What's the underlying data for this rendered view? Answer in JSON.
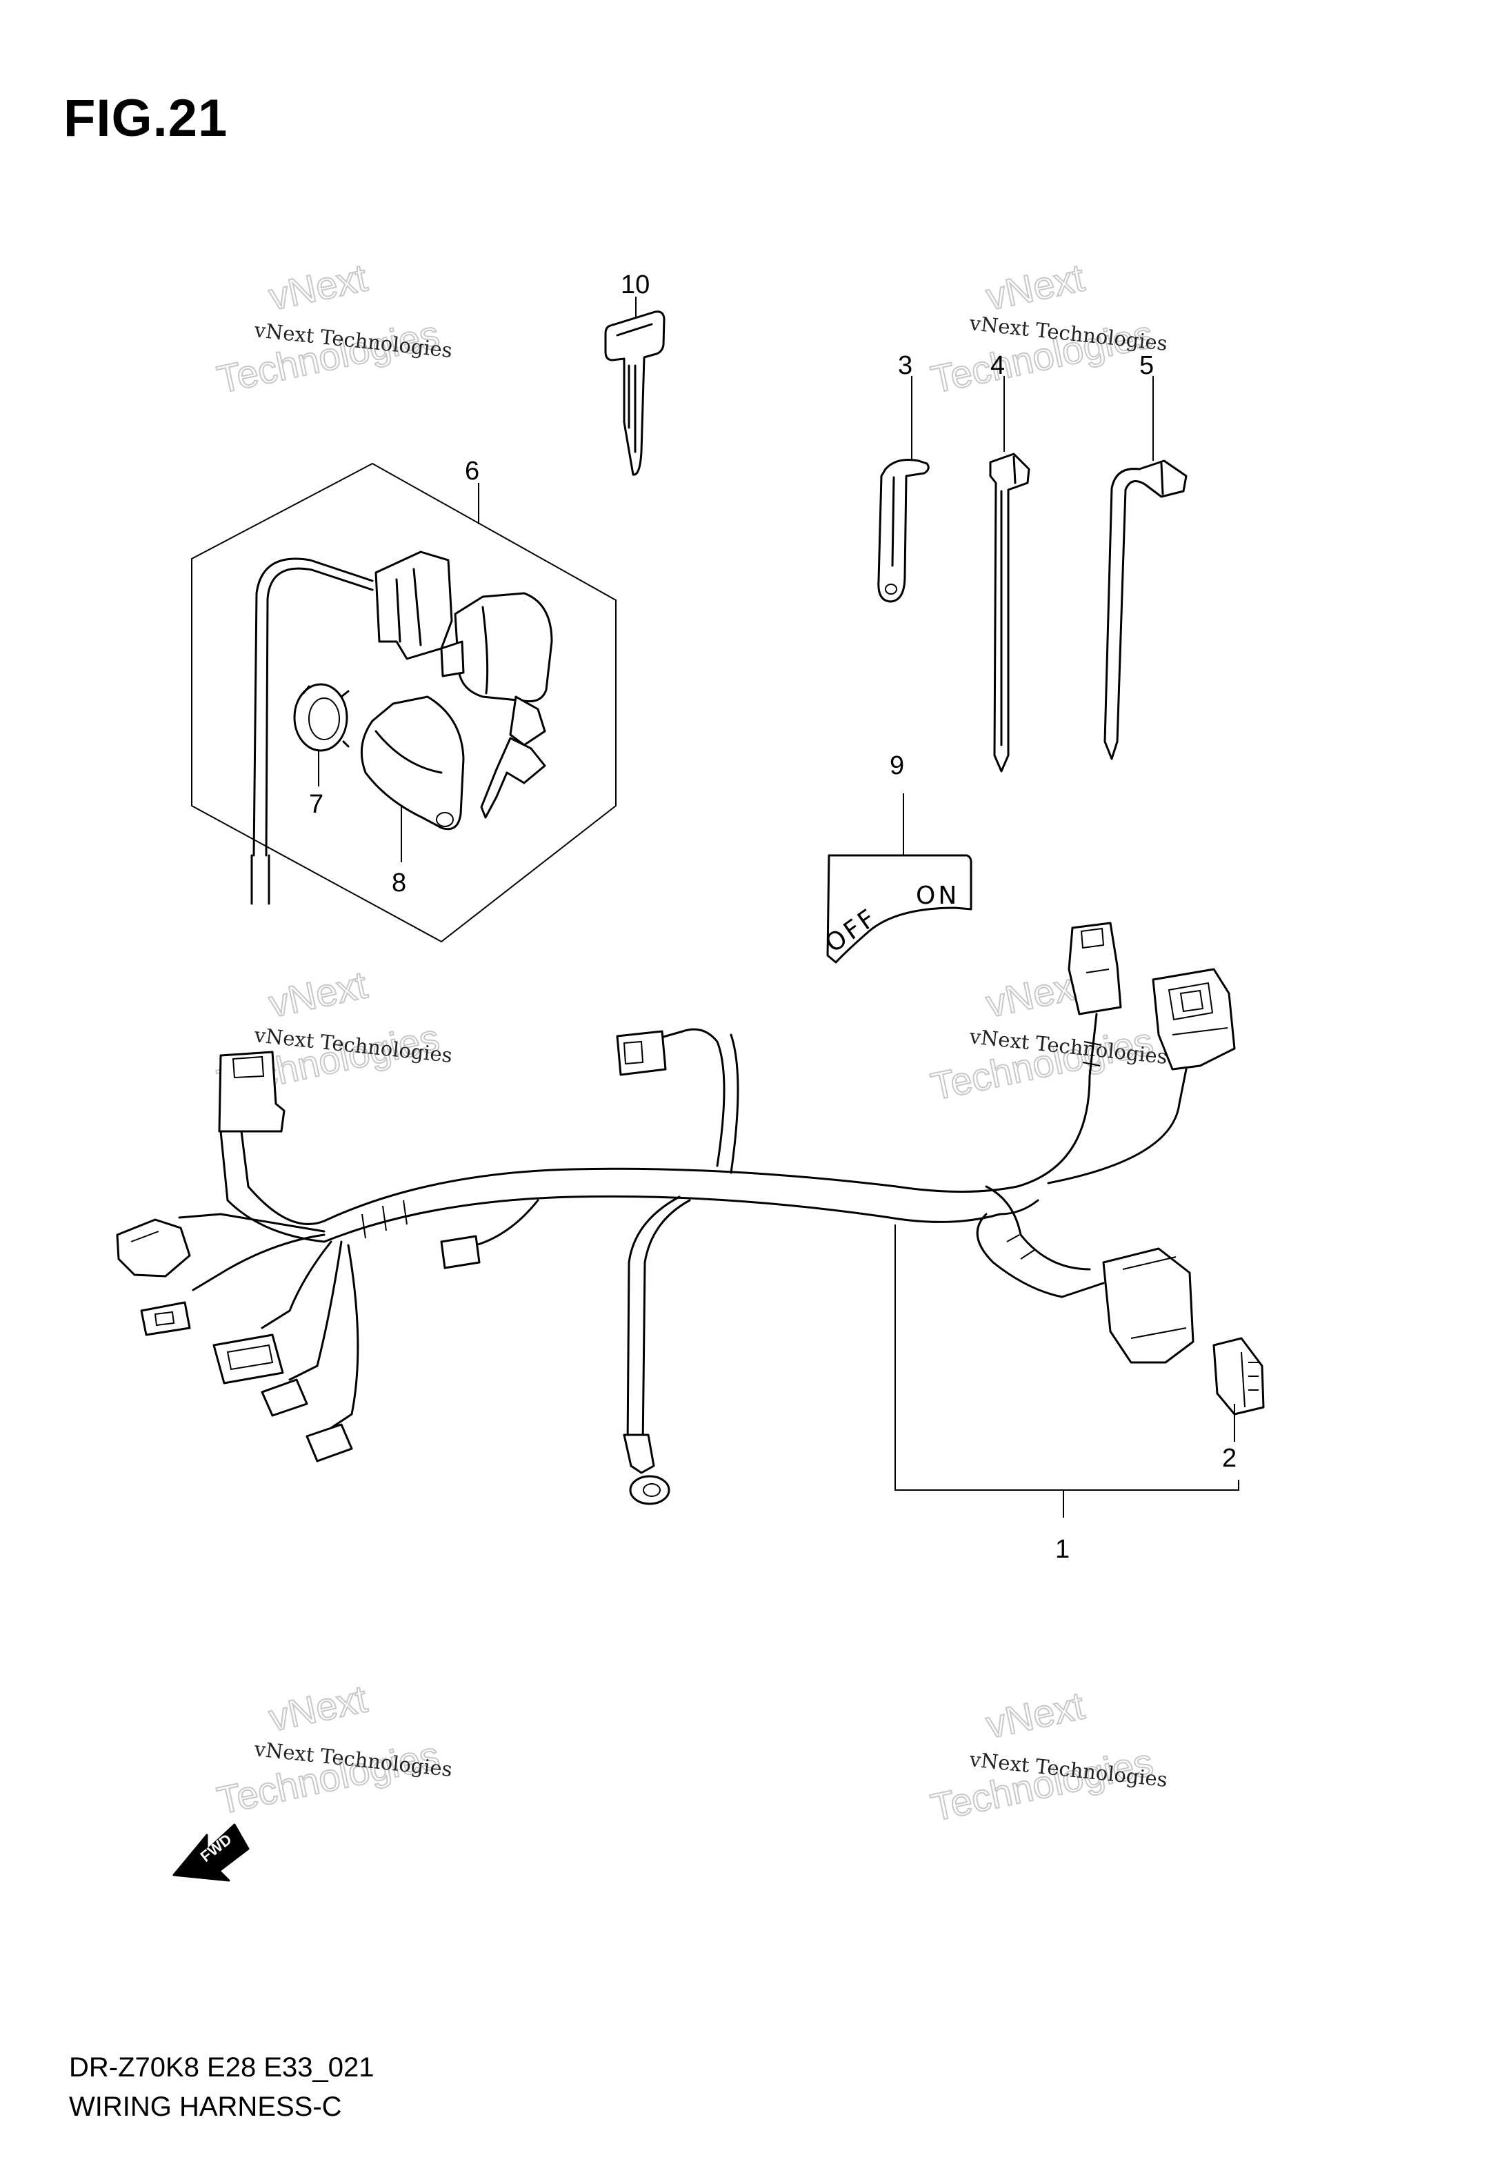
{
  "figure": {
    "title": "FIG.21"
  },
  "footer": {
    "code": "DR-Z70K8 E28 E33_021",
    "name": "WIRING HARNESS-C"
  },
  "callouts": [
    "10",
    "3",
    "4",
    "5",
    "6",
    "7",
    "8",
    "9",
    "1",
    "2"
  ],
  "switch_panel": {
    "off": "OFF",
    "on": "ON"
  },
  "watermark": {
    "line1": "vNext Technologies",
    "line2": "vNext",
    "line3": "Technologies"
  },
  "direction_arrow": {
    "label": "FWD"
  }
}
